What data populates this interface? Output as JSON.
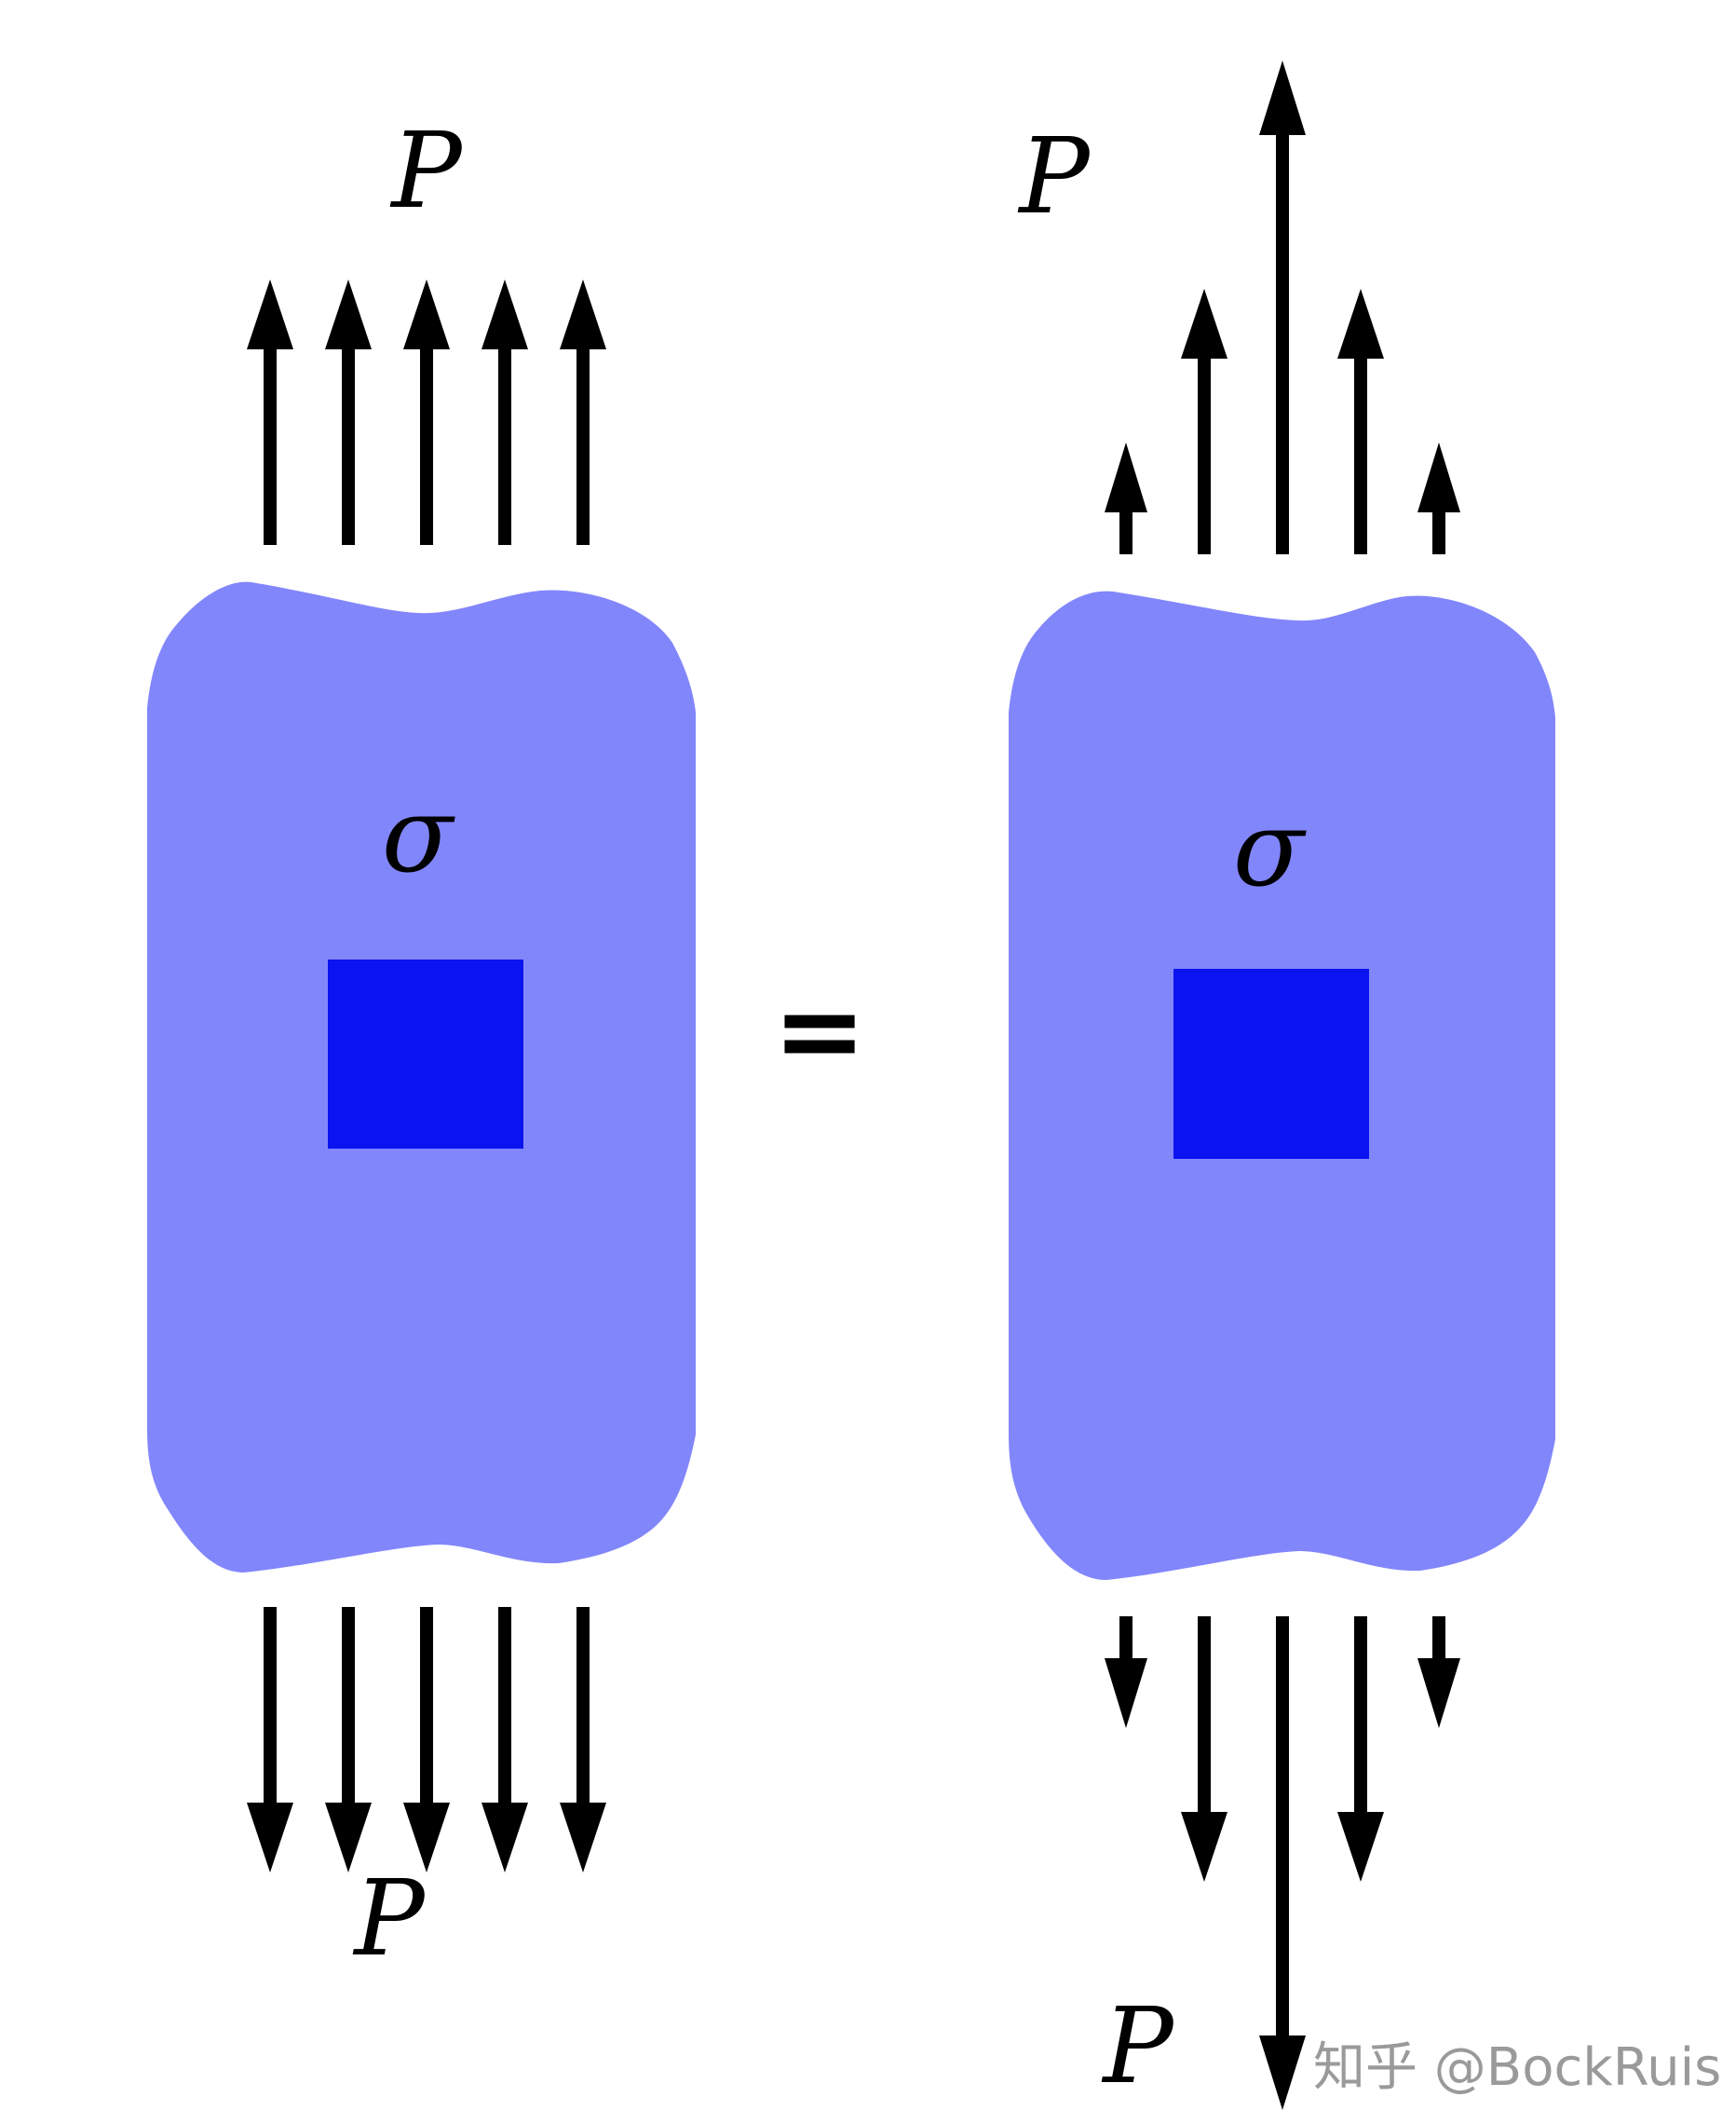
{
  "colors": {
    "body_fill": "#8286fb",
    "element_fill": "#0a14f0",
    "arrow": "#000000",
    "background": "#ffffff",
    "watermark": "#9a9a9a"
  },
  "left_panel": {
    "top_load_label": "P",
    "bottom_load_label": "P",
    "stress_label": "σ"
  },
  "equals_sign": "=",
  "right_panel": {
    "top_load_label": "P",
    "bottom_load_label": "P",
    "stress_label": "σ"
  },
  "watermark": "知乎 @BockRuis"
}
